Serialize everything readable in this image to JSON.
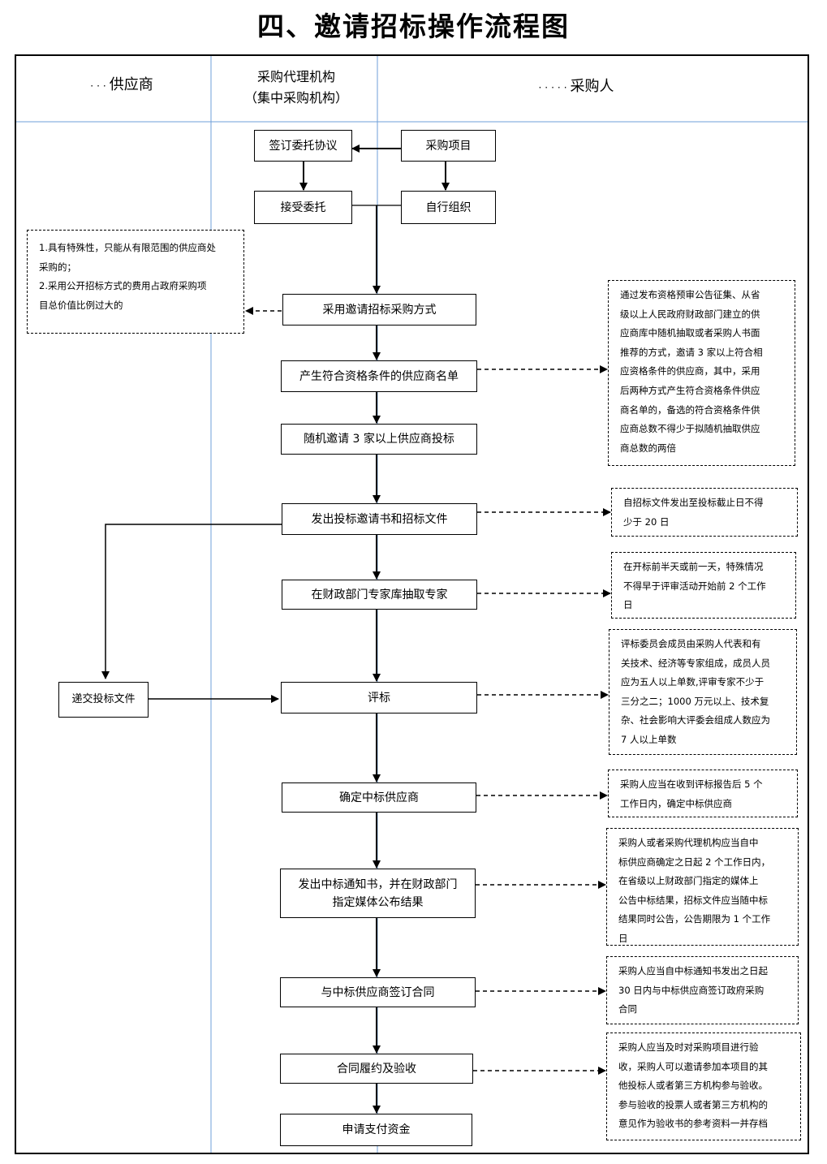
{
  "title": "四、邀请招标操作流程图",
  "lanes": {
    "supplier": "供应商",
    "agency_line1": "采购代理机构",
    "agency_line2": "（集中采购机构）",
    "purchaser": "采购人"
  },
  "boxes": {
    "sign_agreement": "签订委托协议",
    "purchase_project": "采购项目",
    "accept_entrust": "接受委托",
    "self_organize": "自行组织",
    "adopt_invitation": "采用邀请招标采购方式",
    "qualified_list": "产生符合资格条件的供应商名单",
    "random_invite": "随机邀请 3 家以上供应商投标",
    "issue_docs": "发出投标邀请书和招标文件",
    "draw_experts": "在财政部门专家库抽取专家",
    "submit_bid": "递交投标文件",
    "evaluate": "评标",
    "confirm_winner": "确定中标供应商",
    "notice_line1": "发出中标通知书，并在财政部门",
    "notice_line2": "指定媒体公布结果",
    "sign_contract": "与中标供应商签订合同",
    "acceptance": "合同履约及验收",
    "apply_payment": "申请支付资金"
  },
  "notes": {
    "conditions": [
      "1.具有特殊性，只能从有限范围的供应商处",
      "采购的；",
      "2.采用公开招标方式的费用占政府采购项",
      "目总价值比例过大的"
    ],
    "qualification": [
      "通过发布资格预审公告征集、从省",
      "级以上人民政府财政部门建立的供",
      "应商库中随机抽取或者采购人书面",
      "推荐的方式，邀请 3 家以上符合相",
      "应资格条件的供应商，其中，采用",
      "后两种方式产生符合资格条件供应",
      "商名单的，备选的符合资格条件供",
      "应商总数不得少于拟随机抽取供应",
      "商总数的两倍"
    ],
    "deadline": [
      "自招标文件发出至投标截止日不得",
      "少于 20 日"
    ],
    "expert_time": [
      "在开标前半天或前一天，特殊情况",
      "不得早于评审活动开始前 2 个工作",
      "日"
    ],
    "committee": [
      "评标委员会成员由采购人代表和有",
      "关技术、经济等专家组成，成员人员",
      "应为五人以上单数,评审专家不少于",
      "三分之二；1000 万元以上、技术复",
      "杂、社会影响大评委会组成人数应为",
      "7 人以上单数"
    ],
    "confirm": [
      "采购人应当在收到评标报告后 5 个",
      "工作日内，确定中标供应商"
    ],
    "announce": [
      "采购人或者采购代理机构应当自中",
      "标供应商确定之日起 2 个工作日内，",
      "在省级以上财政部门指定的媒体上",
      "公告中标结果，招标文件应当随中标",
      "结果同时公告，公告期限为 1 个工作",
      "日"
    ],
    "contract": [
      "采购人应当自中标通知书发出之日起",
      "30 日内与中标供应商签订政府采购",
      "合同"
    ],
    "accept": [
      "采购人应当及时对采购项目进行验",
      "收，采购人可以邀请参加本项目的其",
      "他投标人或者第三方机构参与验收。",
      "参与验收的投票人或者第三方机构的",
      "意见作为验收书的参考资料一并存档"
    ]
  }
}
